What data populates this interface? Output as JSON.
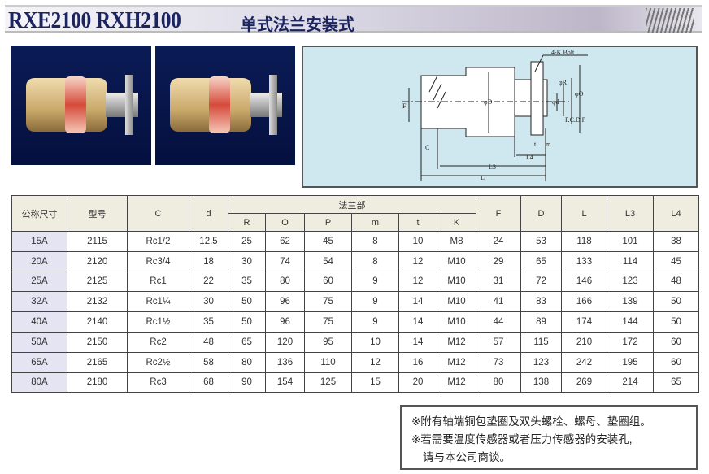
{
  "header": {
    "model_title": "RXE2100  RXH2100",
    "subtitle": "单式法兰安装式"
  },
  "diagram": {
    "labels": {
      "bolt": "4-K Bolt",
      "c": "C",
      "f": "F",
      "phiD": "φD",
      "phid": "φd",
      "phiR": "φR",
      "pcd": "P.C.D.P",
      "phiO": "φO",
      "t": "t",
      "m": "m",
      "l4": "L4",
      "l3": "L3",
      "l": "L"
    }
  },
  "table": {
    "headers": {
      "size": "公称尺寸",
      "model": "型号",
      "c": "C",
      "d": "d",
      "flange_group": "法兰部",
      "r": "R",
      "o": "O",
      "p": "P",
      "m": "m",
      "t": "t",
      "k": "K",
      "f": "F",
      "dd": "D",
      "l": "L",
      "l3": "L3",
      "l4": "L4"
    },
    "rows": [
      [
        "15A",
        "2115",
        "Rc1/2",
        "12.5",
        "25",
        "62",
        "45",
        "8",
        "10",
        "M8",
        "24",
        "53",
        "118",
        "101",
        "38"
      ],
      [
        "20A",
        "2120",
        "Rc3/4",
        "18",
        "30",
        "74",
        "54",
        "8",
        "12",
        "M10",
        "29",
        "65",
        "133",
        "114",
        "45"
      ],
      [
        "25A",
        "2125",
        "Rc1",
        "22",
        "35",
        "80",
        "60",
        "9",
        "12",
        "M10",
        "31",
        "72",
        "146",
        "123",
        "48"
      ],
      [
        "32A",
        "2132",
        "Rc1¼",
        "30",
        "50",
        "96",
        "75",
        "9",
        "14",
        "M10",
        "41",
        "83",
        "166",
        "139",
        "50"
      ],
      [
        "40A",
        "2140",
        "Rc1½",
        "35",
        "50",
        "96",
        "75",
        "9",
        "14",
        "M10",
        "44",
        "89",
        "174",
        "144",
        "50"
      ],
      [
        "50A",
        "2150",
        "Rc2",
        "48",
        "65",
        "120",
        "95",
        "10",
        "14",
        "M12",
        "57",
        "115",
        "210",
        "172",
        "60"
      ],
      [
        "65A",
        "2165",
        "Rc2½",
        "58",
        "80",
        "136",
        "110",
        "12",
        "16",
        "M12",
        "73",
        "123",
        "242",
        "195",
        "60"
      ],
      [
        "80A",
        "2180",
        "Rc3",
        "68",
        "90",
        "154",
        "125",
        "15",
        "20",
        "M12",
        "80",
        "138",
        "269",
        "214",
        "65"
      ]
    ]
  },
  "notes": [
    "※附有轴端铜包垫圈及双头螺栓、螺母、垫圈组。",
    "※若需要温度传感器或者压力传感器的安装孔,",
    "请与本公司商谈。"
  ]
}
